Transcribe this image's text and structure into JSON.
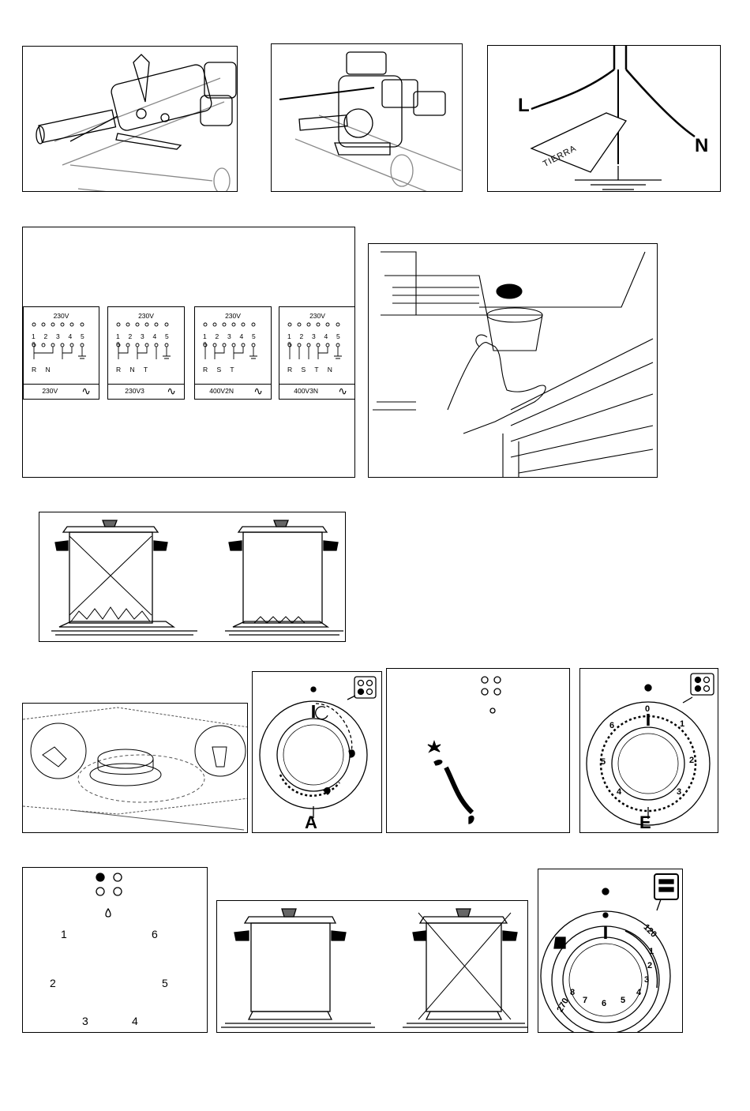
{
  "row1": {
    "wiring": {
      "label_l": "L",
      "label_n": "N",
      "tag": "TIERRA"
    }
  },
  "row2": {
    "cards": [
      {
        "voltage": "230V",
        "numbers": "1 2 3 4 5 6",
        "letters": "R N",
        "footer": "230V",
        "tilde": "∿"
      },
      {
        "voltage": "230V",
        "numbers": "1 2 3 4 5 6",
        "letters": "R N T",
        "footer": "230V3",
        "tilde": "∿"
      },
      {
        "voltage": "230V",
        "numbers": "1 2 3 4 5 6",
        "letters": "R S T",
        "footer": "400V2N",
        "tilde": "∿"
      },
      {
        "voltage": "230V",
        "numbers": "1 2 3 4 5 6",
        "letters": "R S T N",
        "footer": "400V3N",
        "tilde": "∿"
      }
    ]
  },
  "row4": {
    "knob_a_label": "A",
    "knob_e_label": "E",
    "knob_e_scale": [
      "0",
      "1",
      "2",
      "3",
      "4",
      "5",
      "6"
    ]
  },
  "row5": {
    "positions": [
      "1",
      "2",
      "3",
      "4",
      "5",
      "6"
    ],
    "timer_scale": [
      "120",
      "1",
      "2",
      "3",
      "4",
      "5",
      "6",
      "7",
      "8",
      "270"
    ]
  }
}
